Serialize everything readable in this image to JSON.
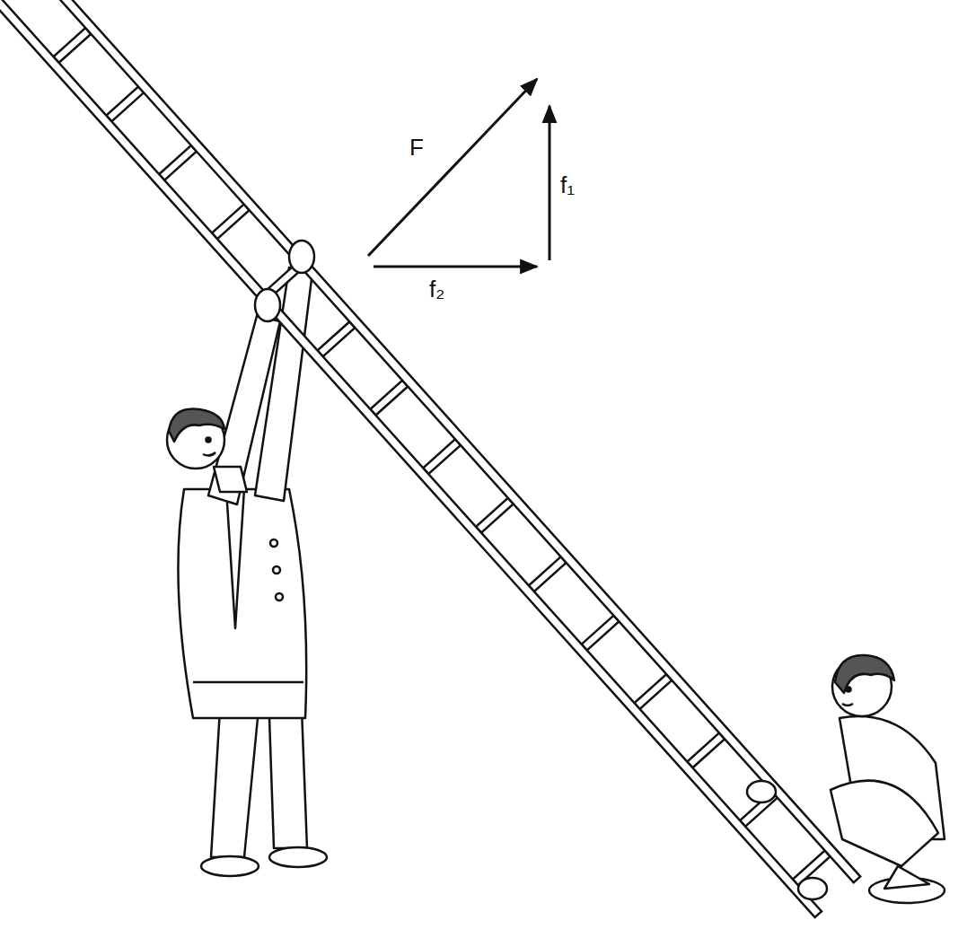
{
  "diagram": {
    "labels": [
      "F",
      "f₁",
      "f₂"
    ]
  }
}
